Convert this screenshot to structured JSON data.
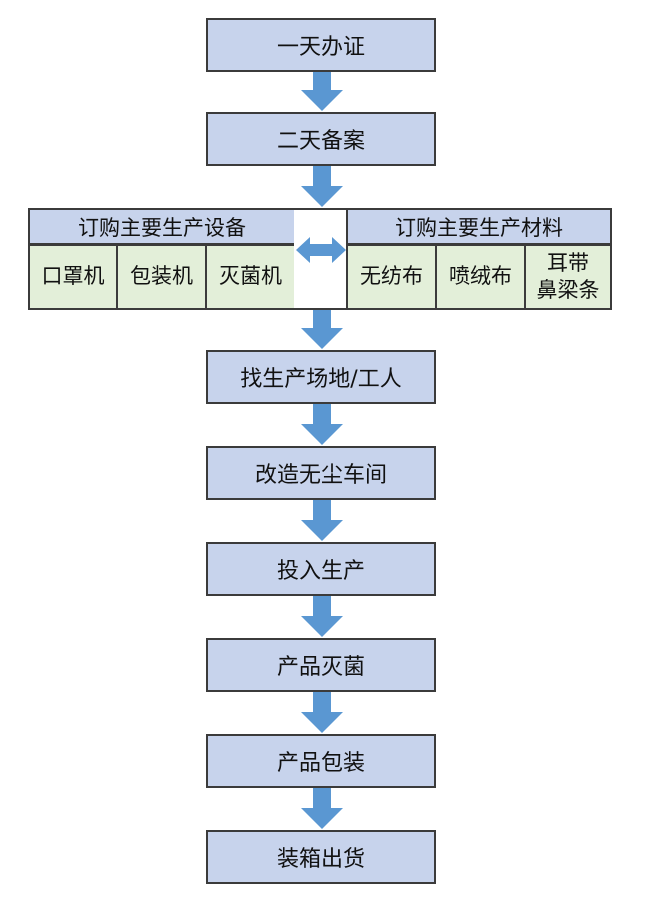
{
  "steps": {
    "s1": "一天办证",
    "s2": "二天备案",
    "s3": "找生产场地/工人",
    "s4": "改造无尘车间",
    "s5": "投入生产",
    "s6": "产品灭菌",
    "s7": "产品包装",
    "s8": "装箱出货"
  },
  "equipment": {
    "header": "订购主要生产设备",
    "items": [
      "口罩机",
      "包装机",
      "灭菌机"
    ]
  },
  "materials": {
    "header": "订购主要生产材料",
    "items": [
      "无纺布",
      "喷绒布",
      "耳带\n鼻梁条"
    ]
  },
  "colors": {
    "step_fill": "#c7d3ec",
    "cell_fill": "#e3efd9",
    "arrow": "#5a97d2",
    "border": "#3b3b3b"
  },
  "icons": {
    "flow_arrow": "down-arrow-icon",
    "exchange_arrow": "double-arrow-icon"
  }
}
